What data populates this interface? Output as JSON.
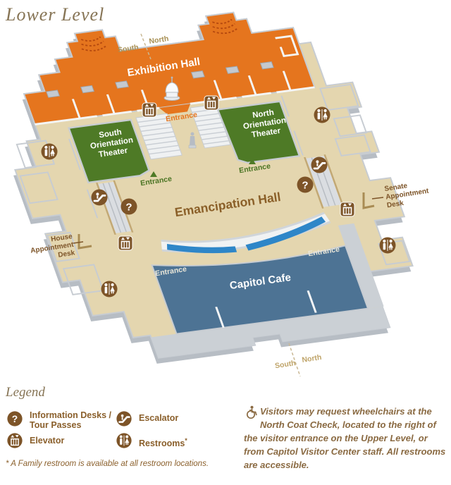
{
  "title": "Lower Level",
  "map": {
    "compass_top": {
      "south": "South",
      "north": "North"
    },
    "compass_bottom": {
      "south": "South",
      "north": "North"
    },
    "areas": {
      "exhibition_hall": "Exhibition Hall",
      "south_theater": [
        "South",
        "Orientation",
        "Theater"
      ],
      "north_theater": [
        "North",
        "Orientation",
        "Theater"
      ],
      "emancipation_hall": "Emancipation Hall",
      "capitol_cafe": "Capitol Cafe"
    },
    "labels": {
      "entrance": "Entrance",
      "house_desk": [
        "House",
        "Appointment",
        "Desk"
      ],
      "senate_desk": [
        "Senate",
        "Appointment",
        "Desk"
      ]
    }
  },
  "legend": {
    "title": "Legend",
    "items": [
      {
        "icon": "question-mark-icon",
        "label": [
          "Information Desks /",
          "Tour Passes"
        ]
      },
      {
        "icon": "elevator-icon",
        "label": "Elevator"
      },
      {
        "icon": "escalator-icon",
        "label": "Escalator"
      },
      {
        "icon": "restrooms-icon",
        "label": "Restrooms",
        "suffix": "*"
      }
    ],
    "footnote": "* A Family restroom is available at all restroom locations.",
    "accessibility_note": "Visitors may request wheelchairs at the North Coat Check, located to the right of the visitor entrance on the Upper Level, or from Capitol Visitor Center staff. All restrooms are accessible."
  },
  "colors": {
    "orange": "#E5751E",
    "theater_green": "#4E7A26",
    "floor_tan": "#E4D6AF",
    "cafe_blue": "#4D7394",
    "skylight_blue": "#2E86C8",
    "icon_brown": "#7D5428",
    "label_brown": "#8A5F2B",
    "title_brown": "#867455"
  }
}
